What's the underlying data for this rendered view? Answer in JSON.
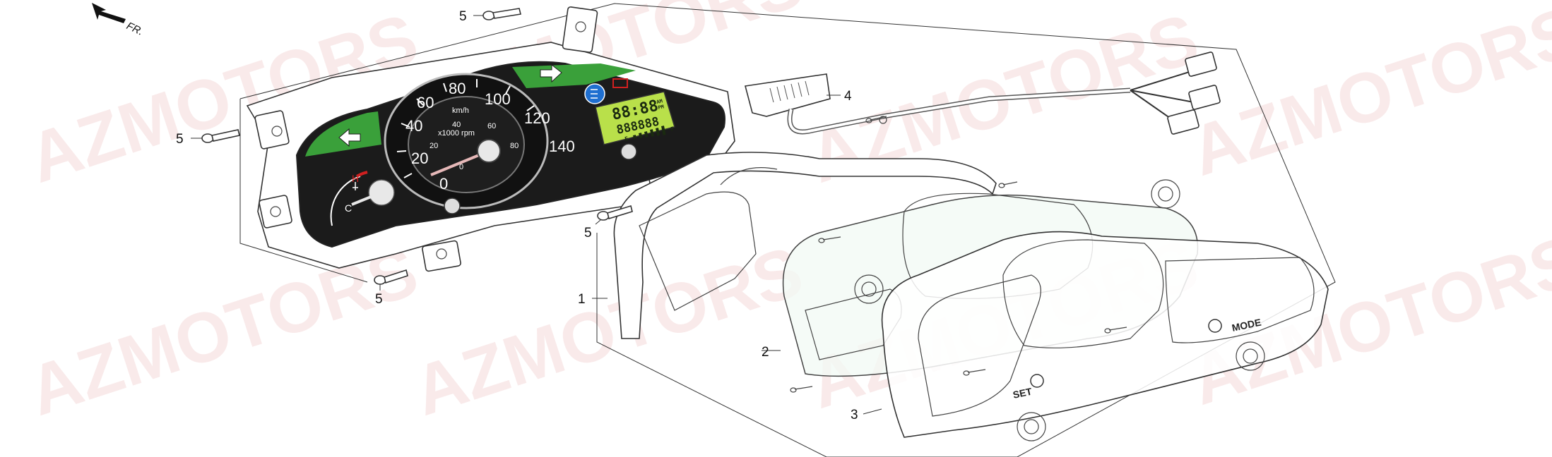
{
  "direction": {
    "label": "FR.",
    "icon": "front-arrow-icon"
  },
  "watermark": {
    "text": "AZMOTORS",
    "color": "#e5a0a0"
  },
  "callouts": [
    {
      "id": "1",
      "label": "1"
    },
    {
      "id": "2",
      "label": "2"
    },
    {
      "id": "3",
      "label": "3"
    },
    {
      "id": "4",
      "label": "4"
    },
    {
      "id": "5a",
      "label": "5"
    },
    {
      "id": "5b",
      "label": "5"
    },
    {
      "id": "5c",
      "label": "5"
    },
    {
      "id": "5d",
      "label": "5"
    }
  ],
  "speedometer": {
    "unit": "km/h",
    "ticks": [
      "0",
      "20",
      "40",
      "60",
      "80",
      "100",
      "120",
      "140"
    ],
    "inner_unit": "x1000 rpm",
    "inner_ticks": [
      "0",
      "20",
      "40",
      "60",
      "80"
    ]
  },
  "temp_gauge": {
    "high": "H",
    "low": "C"
  },
  "lcd": {
    "time": "88:88",
    "am": "AM",
    "pm": "PM",
    "odo": "888888",
    "fuel_e": "E",
    "fuel_f": "F"
  },
  "buttons": {
    "set": "SET",
    "mode": "MODE"
  },
  "colors": {
    "green": "#3aa03a",
    "lcd": "#b9e04a",
    "dial": "#1b1b1b",
    "indicator_blue": "#1f6fd0",
    "indicator_red": "#d02020"
  }
}
